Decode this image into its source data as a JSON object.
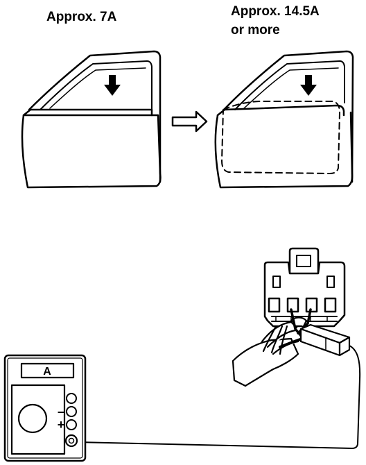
{
  "labels": {
    "left_current": "Approx. 7A",
    "right_current_line1": "Approx. 14.5A",
    "right_current_line2": "or more"
  },
  "meter": {
    "display": "A",
    "minus_symbol": "–",
    "plus_symbol": "+"
  },
  "icons": {
    "window_down": "arrow-down-icon",
    "transition": "hollow-arrow-right-icon"
  },
  "colors": {
    "ink": "#000000",
    "paper": "#ffffff"
  }
}
